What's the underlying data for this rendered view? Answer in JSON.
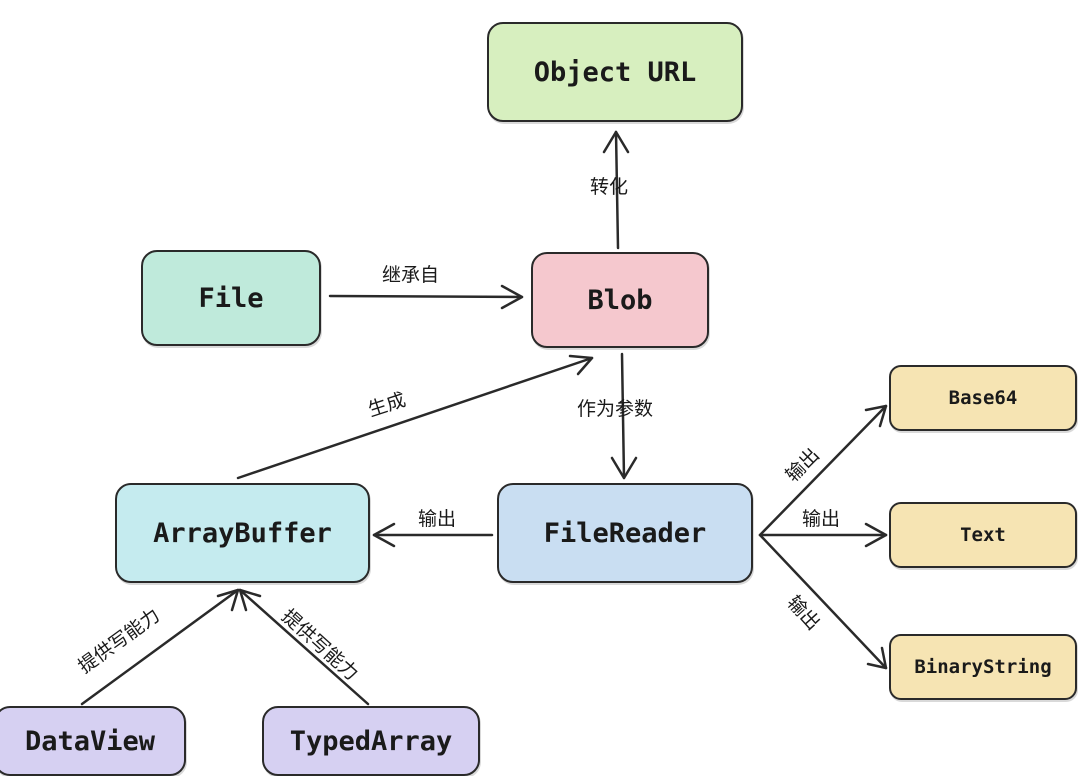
{
  "nodes": {
    "object_url": {
      "label": "Object URL",
      "color": "#d7efbf"
    },
    "file": {
      "label": "File",
      "color": "#bfeadb"
    },
    "blob": {
      "label": "Blob",
      "color": "#f5c8ce"
    },
    "array_buffer": {
      "label": "ArrayBuffer",
      "color": "#c5ebef"
    },
    "file_reader": {
      "label": "FileReader",
      "color": "#c9def2"
    },
    "base64": {
      "label": "Base64",
      "color": "#f6e4b3"
    },
    "text": {
      "label": "Text",
      "color": "#f6e4b3"
    },
    "binary_string": {
      "label": "BinaryString",
      "color": "#f6e4b3"
    },
    "data_view": {
      "label": "DataView",
      "color": "#d6d0f2"
    },
    "typed_array": {
      "label": "TypedArray",
      "color": "#d6d0f2"
    }
  },
  "edges": {
    "blob_to_object_url": "转化",
    "file_to_blob": "继承自",
    "array_buffer_to_blob": "生成",
    "blob_to_file_reader": "作为参数",
    "file_reader_to_array_buffer": "输出",
    "file_reader_to_base64": "输出",
    "file_reader_to_text": "输出",
    "file_reader_to_binary_string": "输出",
    "data_view_to_array_buffer": "提供写能力",
    "typed_array_to_array_buffer": "提供写能力"
  },
  "colors": {
    "stroke": "#2a2a2a",
    "text": "#1a1a1a"
  }
}
